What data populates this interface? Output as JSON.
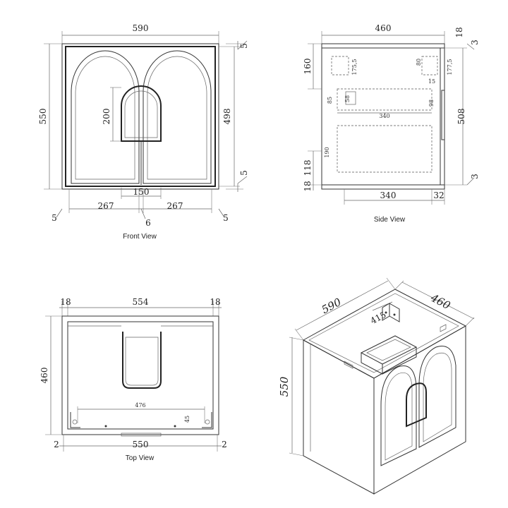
{
  "views": {
    "front": {
      "caption": "Front View",
      "width": "590",
      "height": "550",
      "door_height": "498",
      "top_gap": "5",
      "bottom_gap": "5",
      "handle_height": "200",
      "handle_width": "150",
      "left_door": "267",
      "right_door": "267",
      "center_gap": "6",
      "left_edge": "5",
      "right_edge": "5"
    },
    "side": {
      "caption": "Side View",
      "depth": "460",
      "height": "508",
      "top_thick": "18",
      "top_offset": "3",
      "bottom_offset": "3",
      "bottom_thick": "18",
      "upper_h": "160",
      "shelf_h": "118",
      "bracket_a": "175,5",
      "bracket_b": "177,5",
      "small_80": "80",
      "small_85": "85",
      "small_58": "58",
      "small_15": "15",
      "small_98": "98",
      "inner_340": "340",
      "small_190": "190",
      "base_depth": "340",
      "back_32": "32"
    },
    "top": {
      "caption": "Top View",
      "inner_width": "554",
      "left_panel": "18",
      "right_panel": "18",
      "depth": "460",
      "drawer": "476",
      "small_45": "45",
      "base_width": "550",
      "left_offset": "2",
      "right_offset": "2"
    },
    "iso": {
      "width": "590",
      "depth": "460",
      "height": "550",
      "inner": "415"
    }
  }
}
